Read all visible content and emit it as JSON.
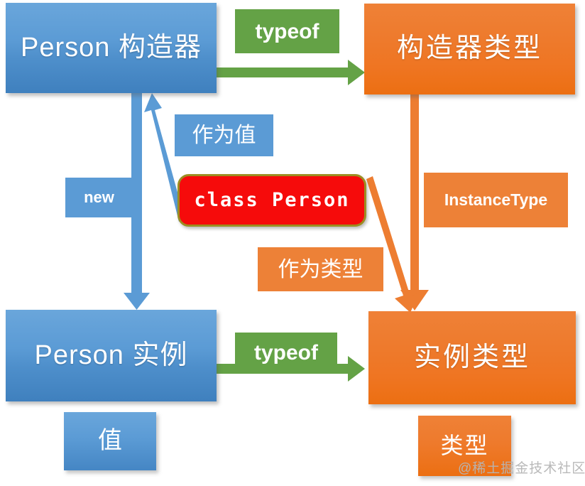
{
  "diagram": {
    "title": "TypeScript class Person value vs type diagram",
    "colors": {
      "blue": "#5b9bd5",
      "orange": "#ed7d31",
      "green": "#64a246",
      "red": "#f60b0b",
      "red_border": "#9c8e22",
      "white": "#ffffff",
      "watermark": "#b6b6b6"
    },
    "nodes": {
      "person_constructor": "Person 构造器",
      "constructor_type": "构造器类型",
      "person_instance": "Person 实例",
      "instance_type": "实例类型",
      "class_person": "class Person",
      "value_box": "值",
      "type_box": "类型"
    },
    "edge_labels": {
      "typeof_top": "typeof",
      "typeof_bottom": "typeof",
      "as_value": "作为值",
      "as_type": "作为类型",
      "new": "new",
      "instance_type_op": "InstanceType"
    },
    "watermark": "@稀土掘金技术社区"
  }
}
